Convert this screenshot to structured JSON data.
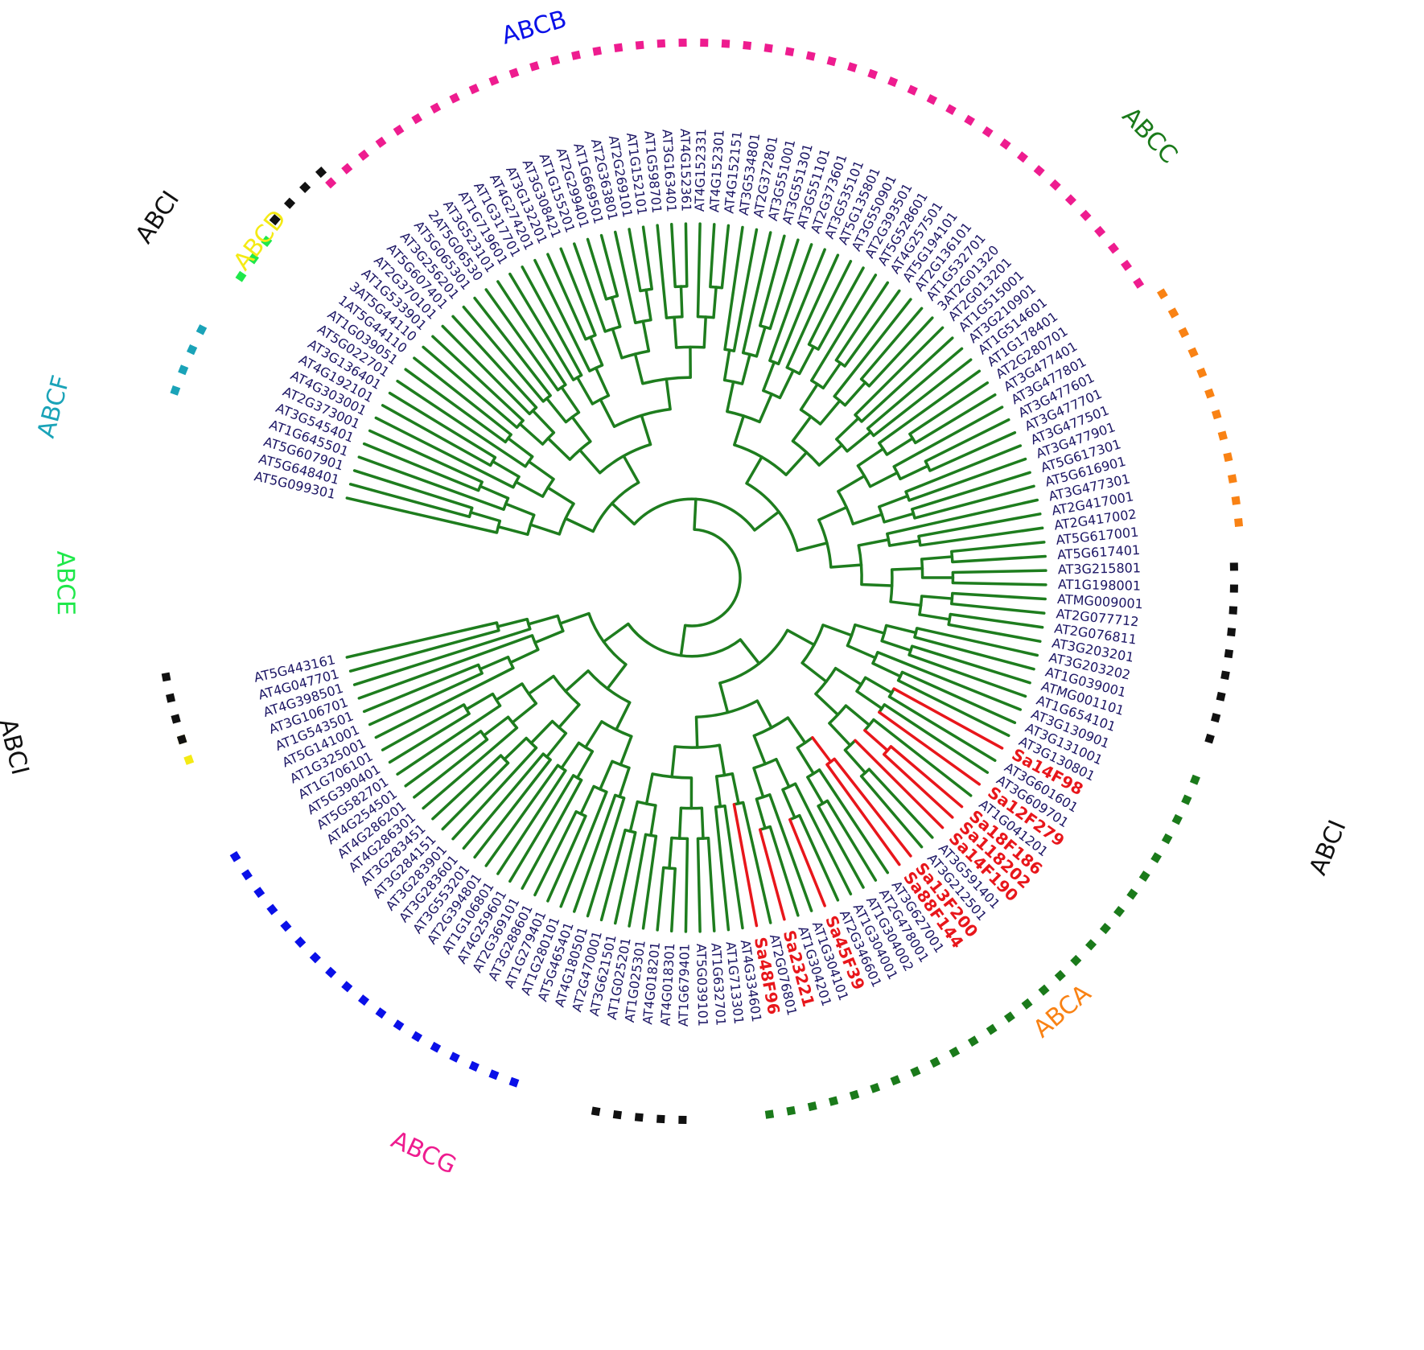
{
  "colors": {
    "branch": "#1e7d1e",
    "branch_highlight": "#e8161b",
    "label": "#1c1665",
    "label_highlight": "#e8161b",
    "background": "#ffffff"
  },
  "leaves": [
    {
      "label": "AT5G099301"
    },
    {
      "label": "AT5G648401"
    },
    {
      "label": "AT5G607901"
    },
    {
      "label": "AT1G645501"
    },
    {
      "label": "AT3G545401"
    },
    {
      "label": "AT2G373001"
    },
    {
      "label": "AT4G303001"
    },
    {
      "label": "AT4G192101"
    },
    {
      "label": "AT3G136401"
    },
    {
      "label": "AT5G022701"
    },
    {
      "label": "AT1G039051"
    },
    {
      "label": "1AT5G44110"
    },
    {
      "label": "3AT5G44110"
    },
    {
      "label": "AT1G533901"
    },
    {
      "label": "AT2G370101"
    },
    {
      "label": "AT5G607401"
    },
    {
      "label": "AT3G256201"
    },
    {
      "label": "AT5G065301"
    },
    {
      "label": "2AT5G06530"
    },
    {
      "label": "AT3G523101"
    },
    {
      "label": "AT1G719601"
    },
    {
      "label": "AT1G317701"
    },
    {
      "label": "AT4G274201"
    },
    {
      "label": "AT3G132201"
    },
    {
      "label": "AT3G308421"
    },
    {
      "label": "AT1G155201"
    },
    {
      "label": "AT2G299401"
    },
    {
      "label": "AT1G669501"
    },
    {
      "label": "AT2G363801"
    },
    {
      "label": "AT2G269101"
    },
    {
      "label": "AT1G152101"
    },
    {
      "label": "AT1G598701"
    },
    {
      "label": "AT3G163401"
    },
    {
      "label": "AT4G152361"
    },
    {
      "label": "AT4G152331"
    },
    {
      "label": "AT4G152301"
    },
    {
      "label": "AT4G152151"
    },
    {
      "label": "AT3G534801"
    },
    {
      "label": "AT2G372801"
    },
    {
      "label": "AT3G551001"
    },
    {
      "label": "AT3G551301"
    },
    {
      "label": "AT3G551101"
    },
    {
      "label": "AT2G373601"
    },
    {
      "label": "AT3G535101"
    },
    {
      "label": "AT5G135801"
    },
    {
      "label": "AT3G550901"
    },
    {
      "label": "AT2G393501"
    },
    {
      "label": "AT5G528601"
    },
    {
      "label": "AT4G257501"
    },
    {
      "label": "AT5G194101"
    },
    {
      "label": "AT2G136101"
    },
    {
      "label": "AT1G532701"
    },
    {
      "label": "3AT2G01320"
    },
    {
      "label": "AT2G013201"
    },
    {
      "label": "AT1G515001"
    },
    {
      "label": "AT3G210901"
    },
    {
      "label": "AT1G514601"
    },
    {
      "label": "AT1G178401"
    },
    {
      "label": "AT2G280701"
    },
    {
      "label": "AT3G477401"
    },
    {
      "label": "AT3G477801"
    },
    {
      "label": "AT3G477601"
    },
    {
      "label": "AT3G477701"
    },
    {
      "label": "AT3G477501"
    },
    {
      "label": "AT3G477901"
    },
    {
      "label": "AT5G617301"
    },
    {
      "label": "AT5G616901"
    },
    {
      "label": "AT3G477301"
    },
    {
      "label": "AT2G417001"
    },
    {
      "label": "AT2G417002"
    },
    {
      "label": "AT5G617001"
    },
    {
      "label": "AT5G617401"
    },
    {
      "label": "AT3G215801"
    },
    {
      "label": "AT1G198001"
    },
    {
      "label": "ATMG009001"
    },
    {
      "label": "AT2G077712"
    },
    {
      "label": "AT2G076811"
    },
    {
      "label": "AT3G203201"
    },
    {
      "label": "AT3G203202"
    },
    {
      "label": "AT1G039001"
    },
    {
      "label": "ATMG001101"
    },
    {
      "label": "AT1G654101"
    },
    {
      "label": "AT3G130901"
    },
    {
      "label": "AT3G131001"
    },
    {
      "label": "AT3G130801"
    },
    {
      "label": "Sa14F98",
      "highlight": true
    },
    {
      "label": "AT3G601601"
    },
    {
      "label": "AT3G609701"
    },
    {
      "label": "Sa12F279",
      "highlight": true
    },
    {
      "label": "AT1G041201"
    },
    {
      "label": "Sa18F186",
      "highlight": true
    },
    {
      "label": "Sa118202",
      "highlight": true
    },
    {
      "label": "Sa14F190",
      "highlight": true
    },
    {
      "label": "AT3G591401"
    },
    {
      "label": "AT3G212501"
    },
    {
      "label": "Sa13F200",
      "highlight": true
    },
    {
      "label": "Sa88F144",
      "highlight": true
    },
    {
      "label": "AT3G627001"
    },
    {
      "label": "AT2G478001"
    },
    {
      "label": "AT1G304002"
    },
    {
      "label": "AT1G304001"
    },
    {
      "label": "AT2G346601"
    },
    {
      "label": "Sa45F39",
      "highlight": true
    },
    {
      "label": "AT1G304101"
    },
    {
      "label": "AT1G304201"
    },
    {
      "label": "Sa23221",
      "highlight": true
    },
    {
      "label": "AT2G076801"
    },
    {
      "label": "Sa48F96",
      "highlight": true
    },
    {
      "label": "AT4G334601"
    },
    {
      "label": "AT1G713301"
    },
    {
      "label": "AT1G632701"
    },
    {
      "label": "AT5G039101"
    },
    {
      "label": "AT1G679401"
    },
    {
      "label": "AT4G018301"
    },
    {
      "label": "AT4G018201"
    },
    {
      "label": "AT1G025301"
    },
    {
      "label": "AT1G025201"
    },
    {
      "label": "AT3G621501"
    },
    {
      "label": "AT2G470001"
    },
    {
      "label": "AT4G180501"
    },
    {
      "label": "AT5G465401"
    },
    {
      "label": "AT1G280101"
    },
    {
      "label": "AT1G279401"
    },
    {
      "label": "AT3G288601"
    },
    {
      "label": "AT2G369101"
    },
    {
      "label": "AT4G259601"
    },
    {
      "label": "AT1G106801"
    },
    {
      "label": "AT2G394801"
    },
    {
      "label": "AT3G553201"
    },
    {
      "label": "AT3G283601"
    },
    {
      "label": "AT3G283901"
    },
    {
      "label": "AT3G284151"
    },
    {
      "label": "AT3G283451"
    },
    {
      "label": "AT4G286301"
    },
    {
      "label": "AT4G286201"
    },
    {
      "label": "AT4G254501"
    },
    {
      "label": "AT5G582701"
    },
    {
      "label": "AT5G390401"
    },
    {
      "label": "AT1G706101"
    },
    {
      "label": "AT1G325001"
    },
    {
      "label": "AT5G141001"
    },
    {
      "label": "AT1G543501"
    },
    {
      "label": "AT3G106701"
    },
    {
      "label": "AT4G398501"
    },
    {
      "label": "AT4G047701"
    },
    {
      "label": "AT5G443161"
    }
  ],
  "families": [
    {
      "name": "ABCB",
      "color": "#0a10e8",
      "from": 120,
      "to": 137,
      "label_angle": -106,
      "label_radius": 710
    },
    {
      "name": "ABCC",
      "color": "#1a7a1a",
      "from": 82,
      "to": 108,
      "label_angle": -44,
      "label_radius": 790
    },
    {
      "name": "ABCA",
      "color": "#f98214",
      "from": 59,
      "to": 70,
      "label_angle": 49.5,
      "label_radius": 710
    },
    {
      "name": "ABCG",
      "color": "#ee1c8f",
      "from": 15,
      "to": 58,
      "label_angle": 115,
      "label_radius": 790
    },
    {
      "name": "ABCE",
      "color": "#1fe84a",
      "from": 9,
      "to": 11,
      "label_angle": 179.5,
      "label_radius": 780
    },
    {
      "name": "ABCF",
      "color": "#1aa3b8",
      "from": 3,
      "to": 6,
      "label_angle": -165,
      "label_radius": 820
    },
    {
      "name": "ABCD",
      "color": "#f4ea14",
      "from": 142,
      "to": 143,
      "label_angle": -142,
      "label_radius": 680
    },
    {
      "name": "ABCI",
      "color": "#111111",
      "from": 72,
      "to": 80,
      "label_angle": 23,
      "label_radius": 860
    },
    {
      "name": "ABCI",
      "color": "#111111",
      "from": 12,
      "to": 15,
      "label_angle": 166,
      "label_radius": 870
    },
    {
      "name": "ABCI",
      "color": "#111111",
      "from": 143,
      "to": 146,
      "label_angle": -146,
      "label_radius": 800
    },
    {
      "name": "ABCI",
      "color": "#111111",
      "from": 112,
      "to": 116,
      "label_angle": -84,
      "label_radius": 850
    }
  ]
}
